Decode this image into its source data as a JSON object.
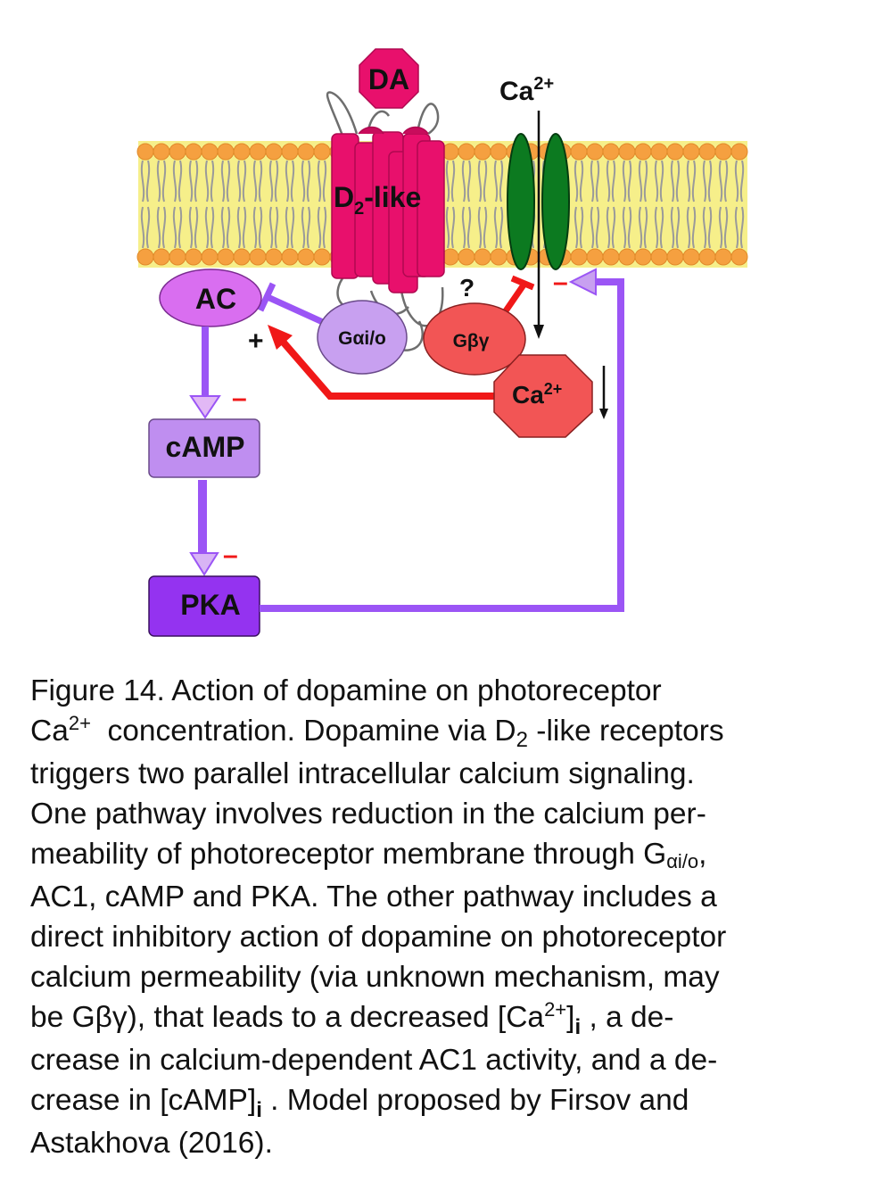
{
  "diagram": {
    "ligand": "DA",
    "ca_top": {
      "base": "Ca",
      "sup": "2+"
    },
    "receptor": {
      "main": "D",
      "sub": "2",
      "rest": "-like"
    },
    "question": "?",
    "ac": "AC",
    "gai": "Gαi/o",
    "gbg": "Gβγ",
    "ca_box": {
      "base": "Ca",
      "sup": "2+"
    },
    "plus": "+",
    "minus": "–",
    "camp": "cAMP",
    "pka": "PKA",
    "colors": {
      "membrane": "#f6ef8a",
      "lipid_head": "#f5a040",
      "receptor": "#e8106c",
      "channel": "#0c7a20",
      "ac": "#d96ef0",
      "gai": "#c8a0f0",
      "gbg": "#f25555",
      "ca": "#f25555",
      "camp": "#bf8ef0",
      "pka": "#9433f0",
      "inhibit_red": "#f01818",
      "pathway_purple": "#9b55f5"
    }
  },
  "caption": {
    "lines": [
      [
        "Figure 14. Action of dopamine on photoreceptor"
      ],
      [
        "Ca"
      ],
      [
        "2+"
      ],
      [
        "  concentration. Dopamine via D"
      ],
      [
        "2"
      ],
      [
        " -like receptors"
      ]
    ],
    "l1": "Figure 14. Action of dopamine on photoreceptor",
    "l2a": "Ca",
    "l2sup": "2+",
    "l2b": "  concentration. Dopamine via D",
    "l2sub": "2",
    "l2c": " -like receptors",
    "l3": "triggers two parallel intracellular calcium signaling.",
    "l4": "One pathway involves reduction in the calcium per-",
    "l5a": "meability of photoreceptor membrane through G",
    "l5sub": "αi/o",
    "l5b": ",",
    "l6": "AC1, cAMP and PKA. The other pathway includes a",
    "l7": "direct inhibitory action of dopamine on photoreceptor",
    "l8": "calcium permeability (via unknown mechanism, may",
    "l9a": "be Gβγ), that leads to a decreased [Ca",
    "l9sup": "2+",
    "l9b": "]",
    "l9i": "i",
    "l9c": " , a de-",
    "l10": "crease in calcium-dependent AC1 activity, and a de-",
    "l11a": "crease in [cAMP]",
    "l11i": "i",
    "l11b": " . Model proposed by Firsov and",
    "l12": "Astakhova (2016)."
  }
}
